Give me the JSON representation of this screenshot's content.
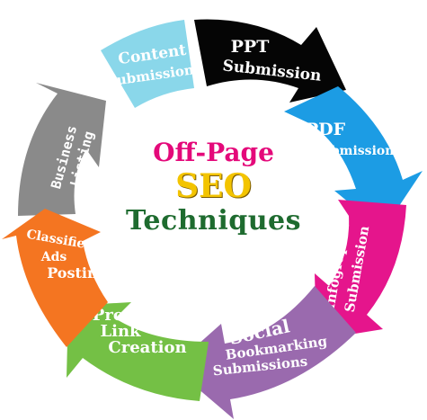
{
  "diagram": {
    "title_line1": "Off-Page",
    "title_line2": "SEO",
    "title_line3": "Techniques",
    "colors": {
      "title_line1": "#e4097a",
      "title_line2": "#f3c400",
      "title_line3": "#1e6b2f"
    },
    "steps": [
      {
        "lines": [
          "Content",
          "Submission"
        ],
        "color": "#8ad7ea"
      },
      {
        "lines": [
          "PPT",
          "Submission"
        ],
        "color": "#050505"
      },
      {
        "lines": [
          "PDF",
          "Submission"
        ],
        "color": "#1c9ce4"
      },
      {
        "lines": [
          "Infographic",
          "Submission"
        ],
        "color": "#e5158c"
      },
      {
        "lines": [
          "Social",
          "Bookmarking",
          "Submissions"
        ],
        "color": "#9a6aae"
      },
      {
        "lines": [
          "Profile",
          "Link",
          "Creation"
        ],
        "color": "#74c045"
      },
      {
        "lines": [
          "Classified",
          "Ads",
          "Posting"
        ],
        "color": "#f47521"
      },
      {
        "lines": [
          "Business",
          "Listing"
        ],
        "color": "#8a8a8a"
      }
    ]
  }
}
